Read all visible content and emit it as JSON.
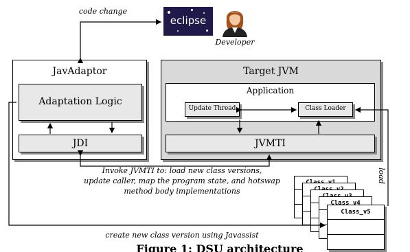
{
  "top": {
    "code_change": "code change",
    "eclipse_logo_text": "eclipse",
    "developer": "Developer"
  },
  "javadaptor": {
    "title": "JavAdaptor",
    "adaptation_logic": "Adaptation Logic",
    "jdi": "JDI"
  },
  "target_jvm": {
    "title": "Target JVM",
    "application": "Application",
    "update_thread": "Update Thread",
    "class_loader": "Class Loader",
    "jvmti": "JVMTI"
  },
  "annotations": {
    "invoke_line1": "Invoke JVMTI to: load new class versions,",
    "invoke_line2": "update caller, map the program state, and hotswap",
    "invoke_line3": "method body implementations",
    "load": "load",
    "create_new": "create new class version using Javassist"
  },
  "classes": [
    "Class_v1",
    "Class_v2",
    "Class_v3",
    "Class_v4",
    "Class_v5"
  ],
  "caption_partial": "Figure 1: DSU architecture",
  "colors": {
    "box_fill": "#e8e8e8",
    "target_fill": "#d9d9d9",
    "shadow": "#8a8a8a",
    "eclipse_bg": "#1f1a4a"
  }
}
